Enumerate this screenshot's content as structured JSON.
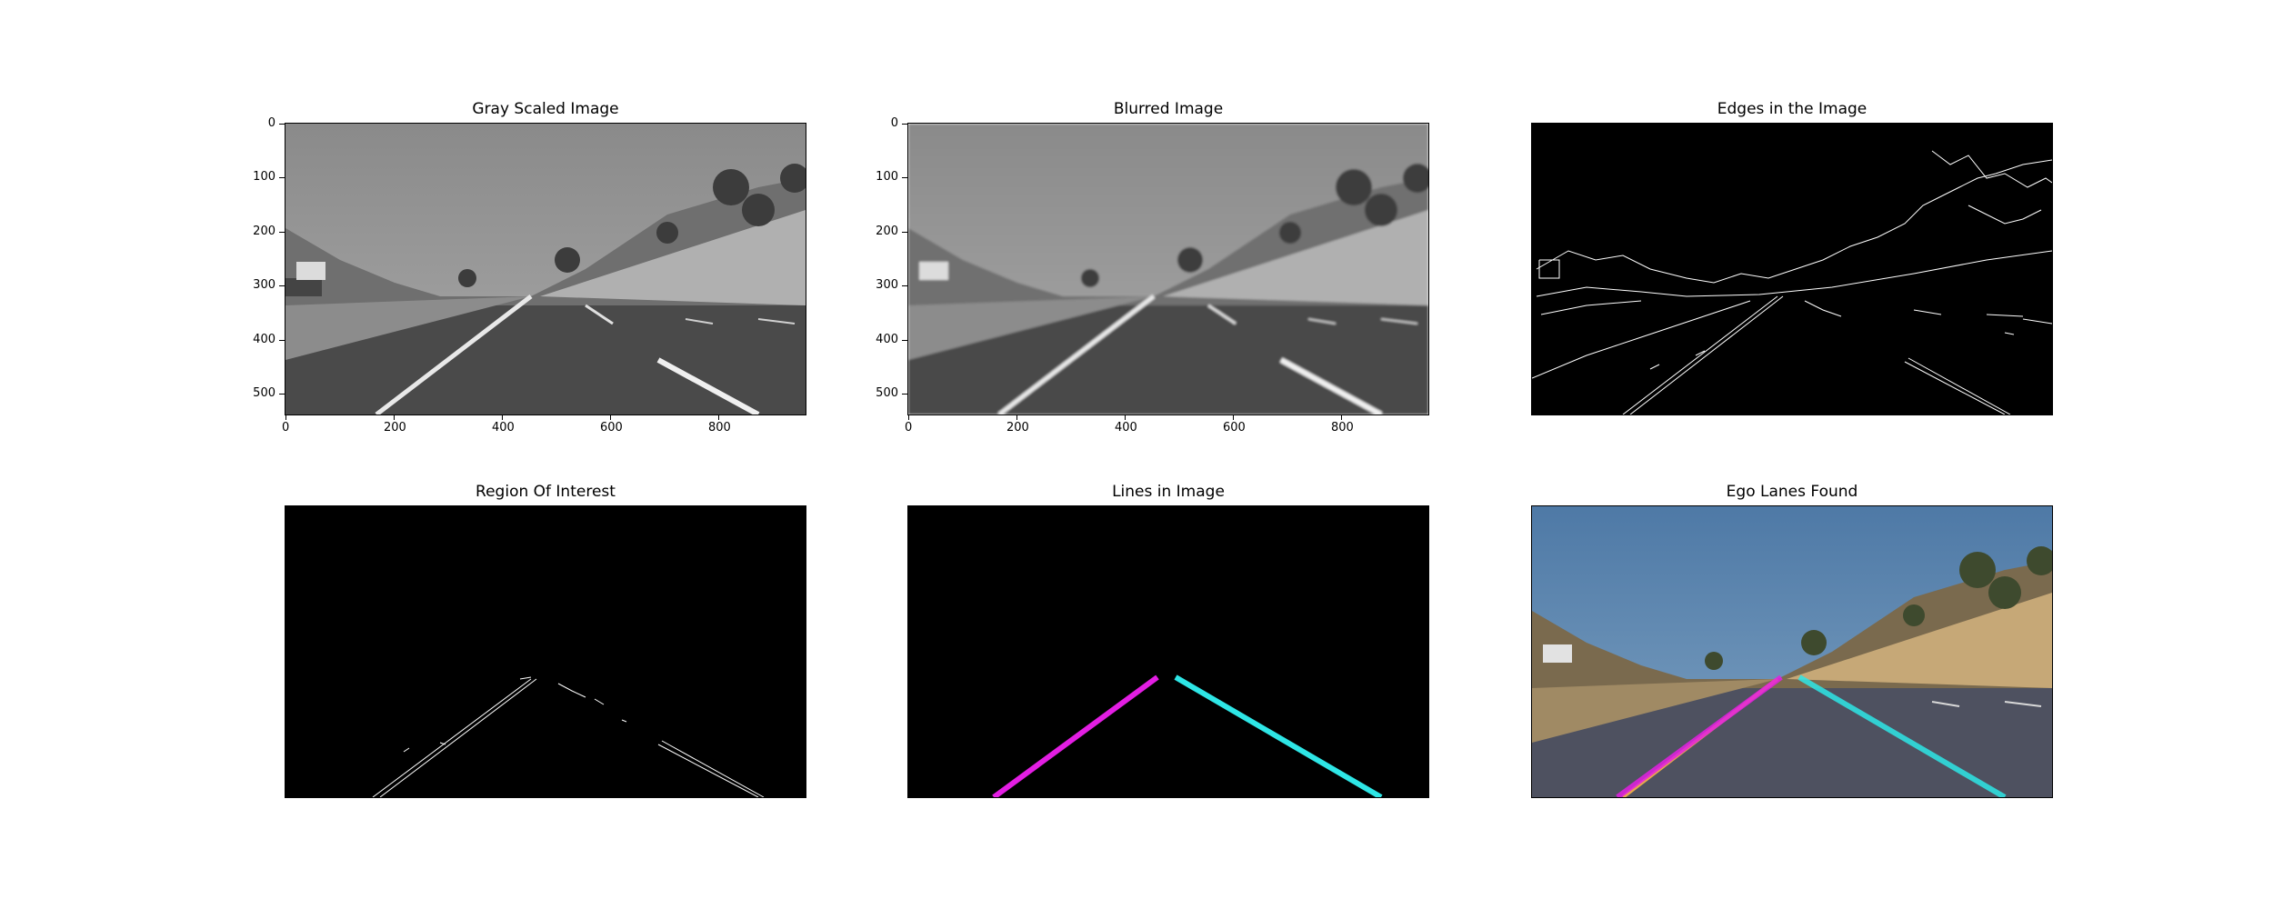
{
  "panels": [
    {
      "title": "Gray Scaled Image"
    },
    {
      "title": "Blurred Image"
    },
    {
      "title": "Edges in the Image"
    },
    {
      "title": "Region Of Interest"
    },
    {
      "title": "Lines in Image"
    },
    {
      "title": "Ego Lanes Found"
    }
  ],
  "axes": {
    "x_ticks": [
      "0",
      "200",
      "400",
      "600",
      "800"
    ],
    "y_ticks": [
      "0",
      "100",
      "200",
      "300",
      "400",
      "500"
    ]
  },
  "colors": {
    "left_lane": "#e31ee3",
    "right_lane": "#2ee6e6",
    "sky": "#5b84ad"
  }
}
